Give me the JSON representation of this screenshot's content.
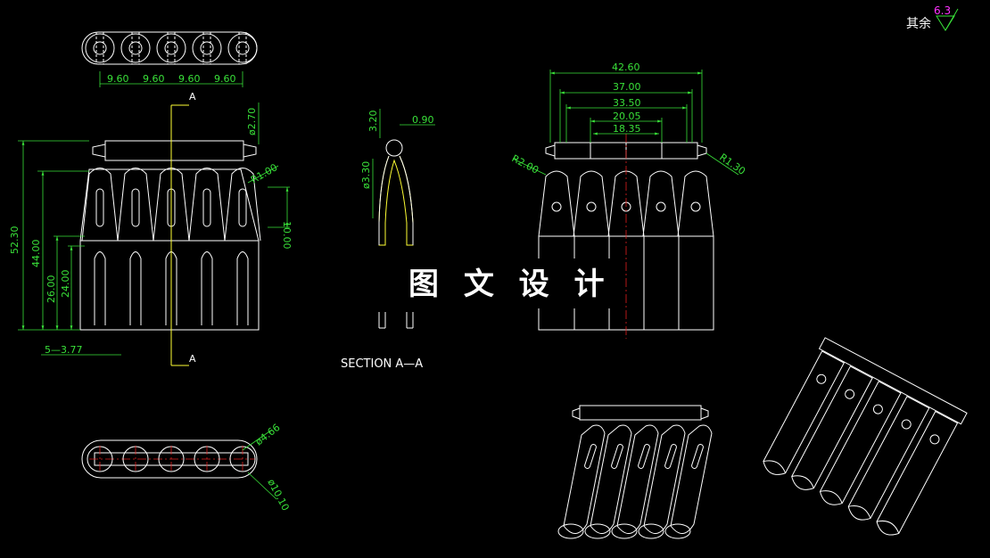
{
  "watermark": "图 文 设 计",
  "surface_note": {
    "text": "其余",
    "roughness": "6.3"
  },
  "section": {
    "label": "SECTION A—A",
    "marker": "A"
  },
  "dimensions": {
    "pitch": [
      "9.60",
      "9.60",
      "9.60",
      "9.60"
    ],
    "hole_dia": "ø2.70",
    "r1": "R1.00",
    "slot": "10.00",
    "h1": "52.30",
    "h2": "44.00",
    "h3": "26.00",
    "h4": "24.00",
    "count": "5—3.77",
    "sec_top": "3.20",
    "sec_wall": "0.90",
    "sec_dia": "ø3.30",
    "w1": "42.60",
    "w2": "37.00",
    "w3": "33.50",
    "w4": "20.05",
    "w5": "18.35",
    "r2": "R2.00",
    "r3": "R1.30",
    "pin_dia": "ø4.66",
    "out_dia": "ø10.10"
  },
  "colors": {
    "dimension": "#39e039",
    "outline": "#ffffff",
    "centerline": "#e02020",
    "section": "#ffff33",
    "note": "#ff33ff"
  }
}
